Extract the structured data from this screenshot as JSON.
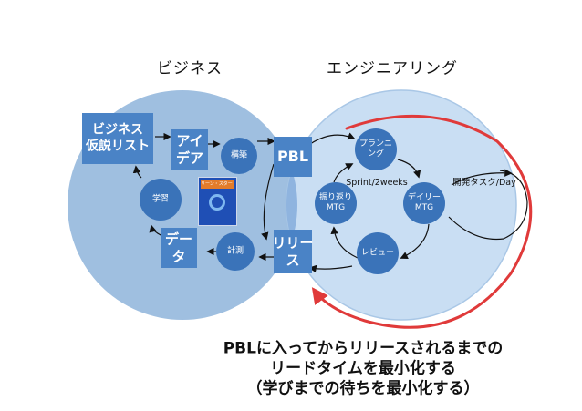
{
  "headings": {
    "left": "ビジネス",
    "right": "エンジニアリング"
  },
  "nodes": {
    "hypothesis_list": [
      "ビジネス",
      "仮説リスト"
    ],
    "idea": [
      "アイ",
      "デア"
    ],
    "build": "構築",
    "learn": "学習",
    "data": [
      "デー",
      "タ"
    ],
    "measure": "計測",
    "pbl": "PBL",
    "release": [
      "リリー",
      "ス"
    ],
    "planning": [
      "プランニ",
      "ング"
    ],
    "retrospective": [
      "振り返り",
      "MTG"
    ],
    "daily": [
      "デイリー",
      "MTG"
    ],
    "review": "レビュー"
  },
  "labels": {
    "sprint": "Sprint/2weeks",
    "dev_task": "開発タスク/Day"
  },
  "book": {
    "title": "リーン・スタートアップ",
    "icon": "book-cover-icon"
  },
  "caption": [
    "PBLに入ってからリリースされるまでの",
    "リードタイムを最小化する",
    "（学びまでの待ちを最小化する）"
  ],
  "colors": {
    "business_circle": "#9fbfe0",
    "engineering_circle": "#c9def3",
    "overlap": "#7fa8d8",
    "node": "#3a73b9",
    "box": "#4a83c6",
    "red_arrow": "#e03a3a"
  }
}
